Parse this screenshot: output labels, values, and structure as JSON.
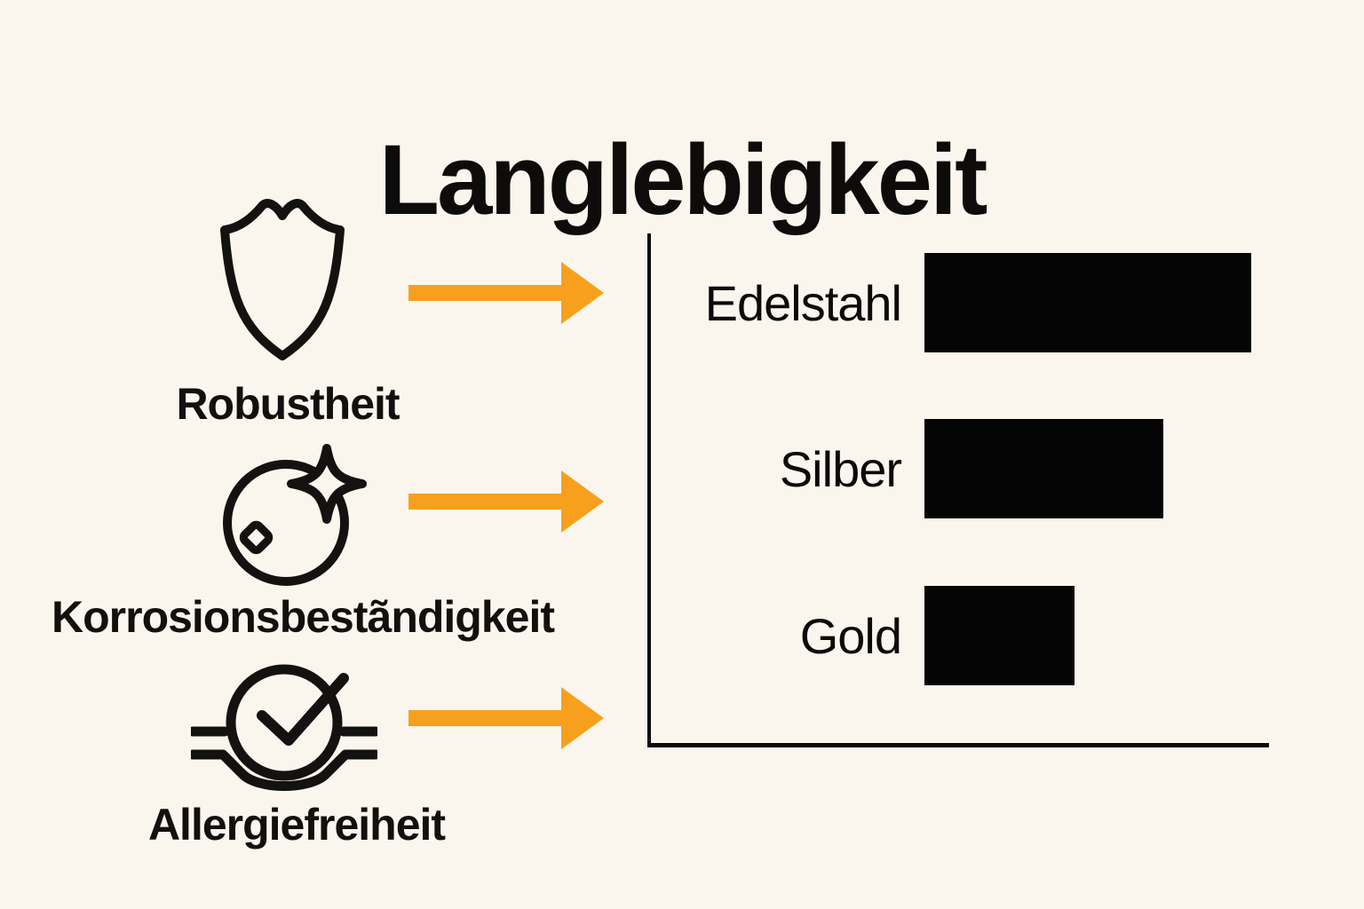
{
  "title": "Langlebigkeit",
  "colors": {
    "background": "#FAF6EE",
    "ink": "#12100D",
    "arrow": "#F7A01E",
    "bar": "#050505"
  },
  "features": [
    {
      "icon": "shield-icon",
      "label": "Robustheit"
    },
    {
      "icon": "sparkle-shine-icon",
      "label": "Korrosionsbestãndigkeit"
    },
    {
      "icon": "hypoallergenic-check-icon",
      "label": "Allergiefreiheit"
    }
  ],
  "chart_data": {
    "type": "bar",
    "orientation": "horizontal",
    "title": "",
    "categories": [
      "Edelstahl",
      "Silber",
      "Gold"
    ],
    "values": [
      100,
      73,
      46
    ],
    "values_are_relative": true,
    "bar_color": "#050505",
    "xlabel": "",
    "ylabel": "",
    "grid": false,
    "tick_labels_visible": false,
    "legend": "none"
  }
}
